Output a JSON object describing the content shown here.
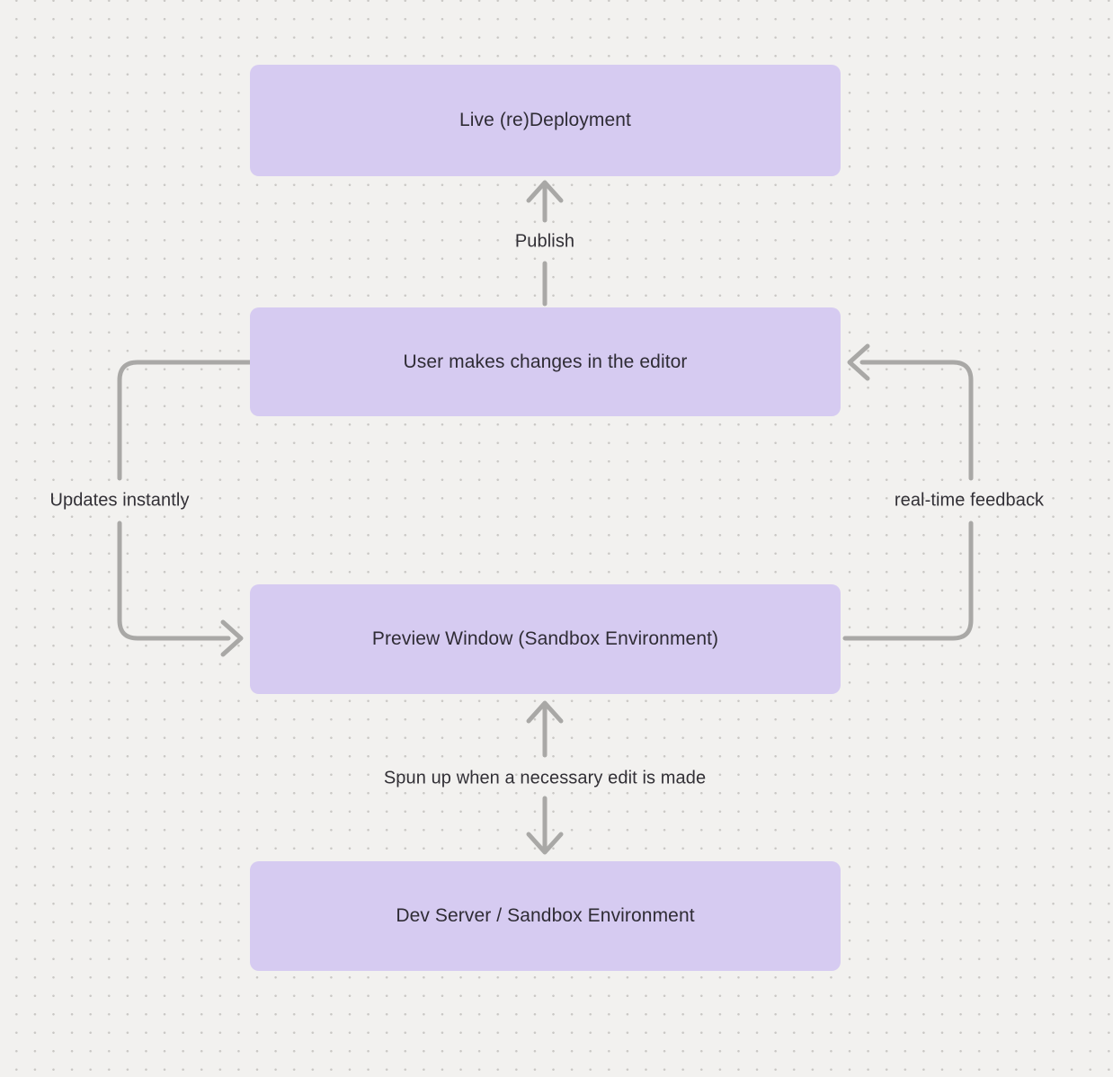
{
  "canvas": {
    "background_color": "#f2f1ef",
    "dot_color": "#c9c7c4",
    "node_fill_color": "#d6cbf1",
    "arrow_color": "#a9a8a6",
    "text_color": "#2f2c35"
  },
  "nodes": [
    {
      "id": "live-redeployment",
      "label": "Live (re)Deployment"
    },
    {
      "id": "user-edits",
      "label": "User makes changes in the editor"
    },
    {
      "id": "preview-window",
      "label": "Preview Window (Sandbox Environment)"
    },
    {
      "id": "dev-server",
      "label": "Dev Server / Sandbox Environment"
    }
  ],
  "edges": [
    {
      "id": "publish",
      "label": "Publish",
      "from": "user-edits",
      "to": "live-redeployment",
      "direction": "up"
    },
    {
      "id": "updates-instantly",
      "label": "Updates instantly",
      "from": "user-edits",
      "to": "preview-window",
      "direction": "left-side-down"
    },
    {
      "id": "real-time-feedback",
      "label": "real-time feedback",
      "from": "preview-window",
      "to": "user-edits",
      "direction": "right-side-up"
    },
    {
      "id": "spun-up",
      "label": "Spun up when a necessary edit is made",
      "from": "dev-server",
      "to": "preview-window",
      "direction": "both"
    }
  ]
}
